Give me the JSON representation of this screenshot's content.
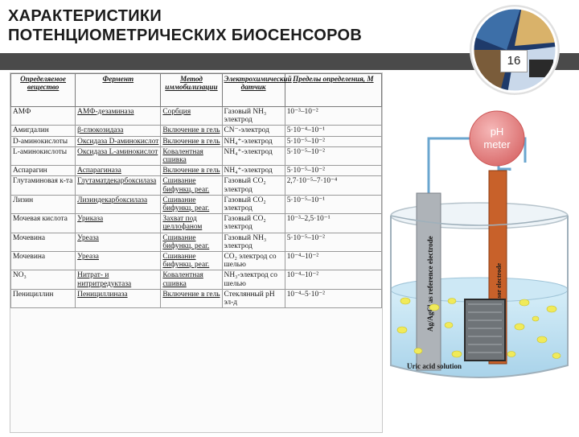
{
  "slide": {
    "title_lines": [
      "ХАРАКТЕРИСТИКИ",
      "ПОТЕНЦИОМЕТРИЧЕСКИХ БИОСЕНСОРОВ"
    ],
    "slide_number": "16"
  },
  "table": {
    "headers": [
      "Определяемое вещество",
      "Фермент",
      "Метод иммобилизации",
      "Электрохимический датчик",
      "Пределы определения, М"
    ],
    "rows": [
      {
        "substance": "АМФ",
        "enzyme": "АМФ-дезаминаза",
        "method": "Сорбция",
        "sensor": "Газовый NH₃ электрод",
        "range": "10⁻³–10⁻²"
      },
      {
        "substance": "Амигдалин",
        "enzyme": "β-глюкозидаза",
        "method": "Включение в гель",
        "sensor": "CN⁻-электрод",
        "range": "5·10⁻⁴–10⁻¹"
      },
      {
        "substance": "D-аминокислоты",
        "enzyme": "Оксидаза D-аминокислот",
        "method": "Включение в гель",
        "sensor": "NH₄⁺-электрод",
        "range": "5·10⁻⁵–10⁻²"
      },
      {
        "substance": "L-аминокислоты",
        "enzyme": "Оксидаза L-аминокислот",
        "method": "Ковалентная сшивка",
        "sensor": "NH₄⁺-электрод",
        "range": "5·10⁻⁵–10⁻²"
      },
      {
        "substance": "Аспарагин",
        "enzyme": "Аспарагиназа",
        "method": "Включение в гель",
        "sensor": "NH₄⁺-электрод",
        "range": "5·10⁻⁵–10⁻²"
      },
      {
        "substance": "Глутаминовая к-та",
        "enzyme": "Глутаматдекарбоксилаза",
        "method": "Сшивание бифункц. реаг.",
        "sensor": "Газовый CO₂ электрод",
        "range": "2,7·10⁻⁵–7·10⁻⁴"
      },
      {
        "substance": "Лизин",
        "enzyme": "Лизиндекарбоксилаза",
        "method": "Сшивание бифункц. реаг.",
        "sensor": "Газовый CO₂ электрод",
        "range": "5·10⁻⁵–10⁻¹"
      },
      {
        "substance": "Мочевая кислота",
        "enzyme": "Уриказа",
        "method": "Захват под целлофаном",
        "sensor": "Газовый CO₂ электрод",
        "range": "10⁻³–2,5·10⁻¹"
      },
      {
        "substance": "Мочевина",
        "enzyme": "Уреаза",
        "method": "Сшивание бифункц. реаг.",
        "sensor": "Газовый NH₃ электрод",
        "range": "5·10⁻⁵–10⁻²"
      },
      {
        "substance": "Мочевина",
        "enzyme": "Уреаза",
        "method": "Сшивание бифункц. реаг.",
        "sensor": "CO₂ электрод со шелью",
        "range": "10⁻⁴–10⁻²"
      },
      {
        "substance": "NO₃",
        "enzyme": "Нитрат- и нитритредуктаза",
        "method": "Ковалентная сшивка",
        "sensor": "NH₃-электрод со шелью",
        "range": "10⁻⁴–10⁻²"
      },
      {
        "substance": "Пенициллин",
        "enzyme": "Пенициллиназа",
        "method": "Включение в гель",
        "sensor": "Стеклянный pH эл-д",
        "range": "10⁻⁴–5·10⁻²"
      }
    ]
  },
  "illustration": {
    "meter_label_1": "pH",
    "meter_label_2": "meter",
    "reference_electrode_label": "Ag/AgCl as reference electrode",
    "sensor_electrode_label": "ZnO-NRs as a sensor electrode",
    "solution_label": "Uric acid solution",
    "colors": {
      "meter": "#e88a8a",
      "wire": "#6aa6cf",
      "sensor": "#c8612a",
      "liquid": "#bfe1f2",
      "particles": "#f0ea5a"
    }
  }
}
